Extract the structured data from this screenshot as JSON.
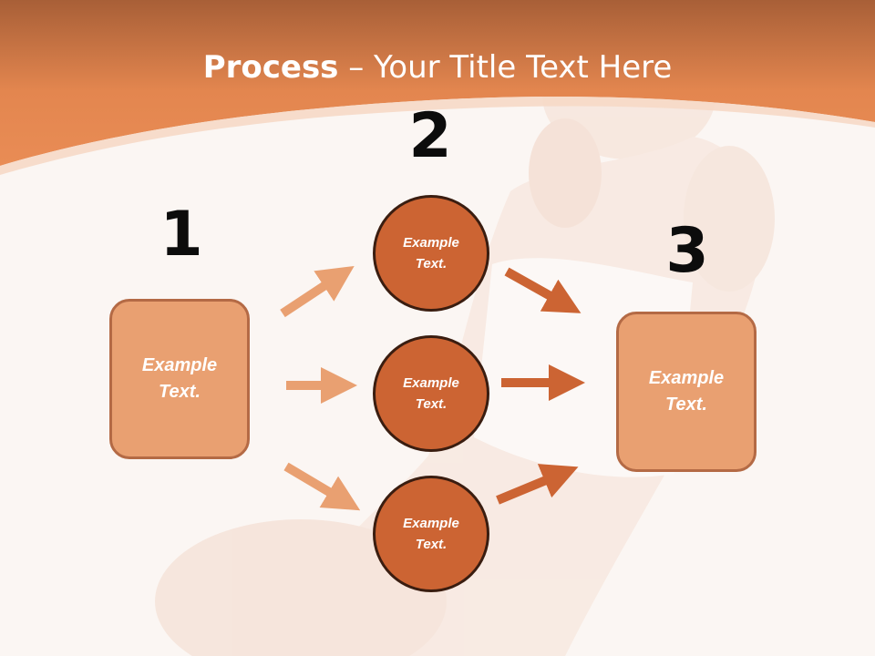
{
  "slide": {
    "title_bold": "Process",
    "title_rest": " – Your Title Text Here"
  },
  "steps": [
    {
      "number": "1",
      "text": "Example\nText."
    },
    {
      "number": "2",
      "nodes": [
        "Example\nText.",
        "Example\nText.",
        "Example\nText."
      ]
    },
    {
      "number": "3",
      "text": "Example\nText."
    }
  ],
  "colors": {
    "header": "#e3864f",
    "box_fill": "#e9a071",
    "circle_fill": "#cc6433",
    "arrow_light": "#e9a071",
    "arrow_dark": "#cc6433"
  }
}
